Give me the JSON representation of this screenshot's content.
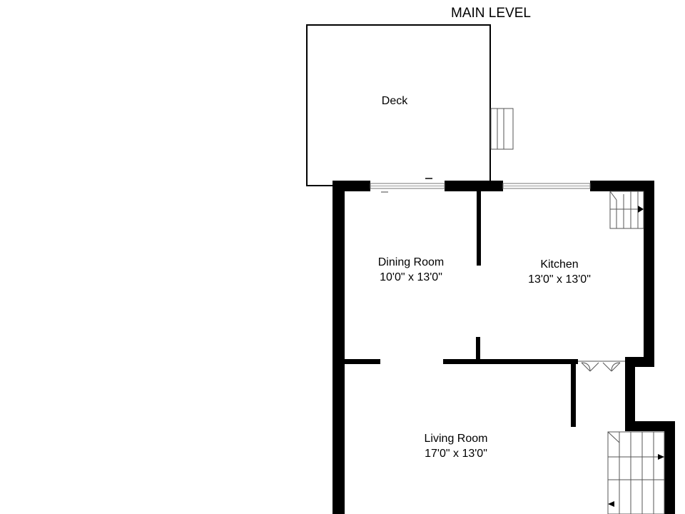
{
  "plan": {
    "title": "MAIN LEVEL",
    "wall_color": "#000000",
    "background": "#ffffff",
    "rooms": [
      {
        "name": "Deck",
        "dimensions": ""
      },
      {
        "name": "Dining Room",
        "dimensions": "10'0\" x 13'0\""
      },
      {
        "name": "Kitchen",
        "dimensions": "13'0\" x 13'0\""
      },
      {
        "name": "Living Room",
        "dimensions": "17'0\" x 13'0\""
      }
    ]
  }
}
